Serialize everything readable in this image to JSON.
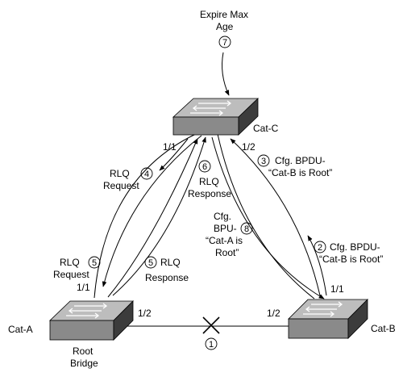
{
  "switches": {
    "cat_c": "Cat-C",
    "cat_a": "Cat-A",
    "cat_b": "Cat-B"
  },
  "root_bridge": [
    "Root",
    "Bridge"
  ],
  "ports": {
    "c_left": "1/1",
    "c_right": "1/2",
    "a_top": "1/1",
    "a_right": "1/2",
    "b_top": "1/1",
    "b_left": "1/2"
  },
  "expire": [
    "Expire Max",
    "Age"
  ],
  "steps": {
    "s1": {
      "num": "1"
    },
    "s2": {
      "num": "2",
      "lines": [
        "Cfg. BPDU-",
        "“Cat-B is Root”"
      ]
    },
    "s3": {
      "num": "3",
      "lines": [
        "Cfg. BPDU-",
        "“Cat-B is Root”"
      ]
    },
    "s4": {
      "num": "4",
      "lines": [
        "RLQ",
        "Request"
      ]
    },
    "s5a": {
      "num": "5",
      "lines": [
        "RLQ",
        "Request"
      ]
    },
    "s5b": {
      "num": "5",
      "lines": [
        "RLQ",
        "Response"
      ]
    },
    "s6": {
      "num": "6",
      "lines": [
        "RLQ",
        "Response"
      ]
    },
    "s7": {
      "num": "7"
    },
    "s8": {
      "num": "8",
      "lines": [
        "Cfg.",
        "BPU-",
        "“Cat-A is",
        "Root”"
      ]
    }
  },
  "colors": {
    "switch_top": "#bdbdbd",
    "switch_front": "#8a8a8a",
    "switch_side": "#3c3c3c",
    "line": "#000000"
  }
}
